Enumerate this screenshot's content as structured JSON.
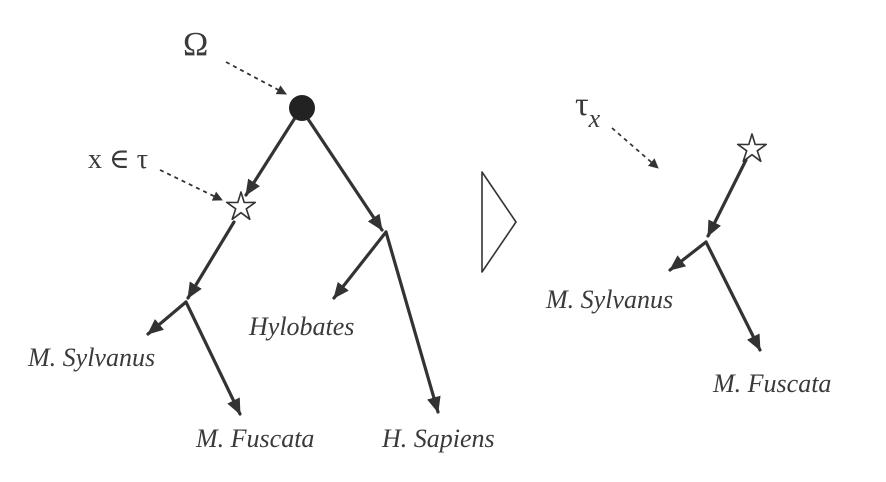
{
  "left_tree": {
    "root_symbol": "Ω",
    "subtree_marker_label": "x ∈ τ",
    "leaves": [
      "M. Sylvanus",
      "M. Fuscata",
      "Hylobates",
      "H. Sapiens"
    ]
  },
  "right_tree": {
    "subtree_symbol": "τ",
    "subtree_subscript": "x",
    "leaves": [
      "M. Sylvanus",
      "M. Fuscata"
    ]
  },
  "icons": {
    "root_node": "filled-circle",
    "marked_node": "star-icon",
    "transform_arrow": "triangle-arrow-icon"
  },
  "colors": {
    "ink": "#333333",
    "label": "#3a3a3a"
  }
}
